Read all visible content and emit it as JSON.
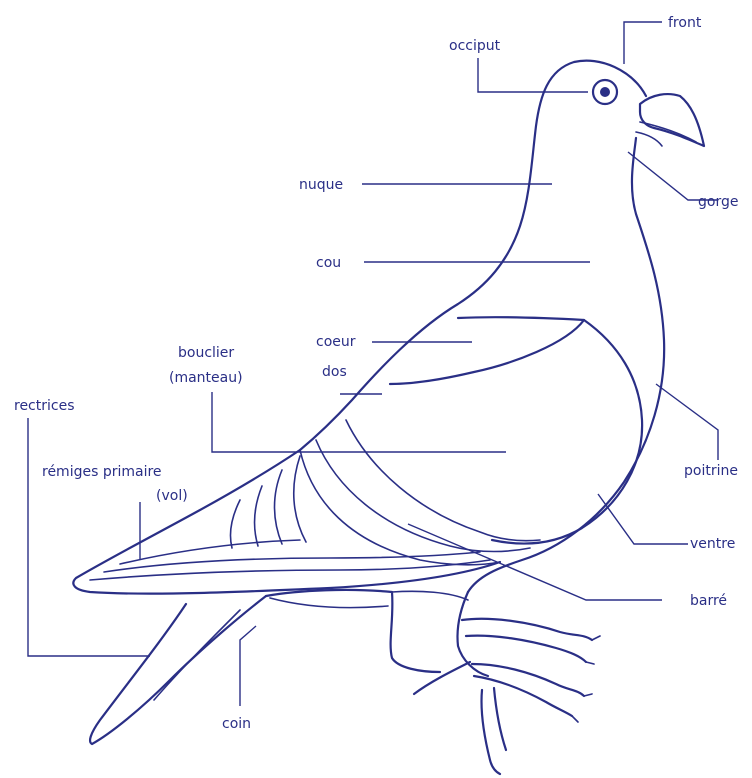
{
  "diagram": {
    "colors": {
      "ink": "#2a2f86",
      "background": "#ffffff"
    },
    "labels": {
      "front": "front",
      "occiput": "occiput",
      "nuque": "nuque",
      "gorge": "gorge",
      "cou": "cou",
      "coeur": "coeur",
      "dos": "dos",
      "bouclier": "bouclier",
      "manteau": "(manteau)",
      "rectrices": "rectrices",
      "remiges": "rémiges primaire",
      "vol": "(vol)",
      "poitrine": "poitrine",
      "ventre": "ventre",
      "barre": "barré",
      "coin": "coin"
    }
  }
}
